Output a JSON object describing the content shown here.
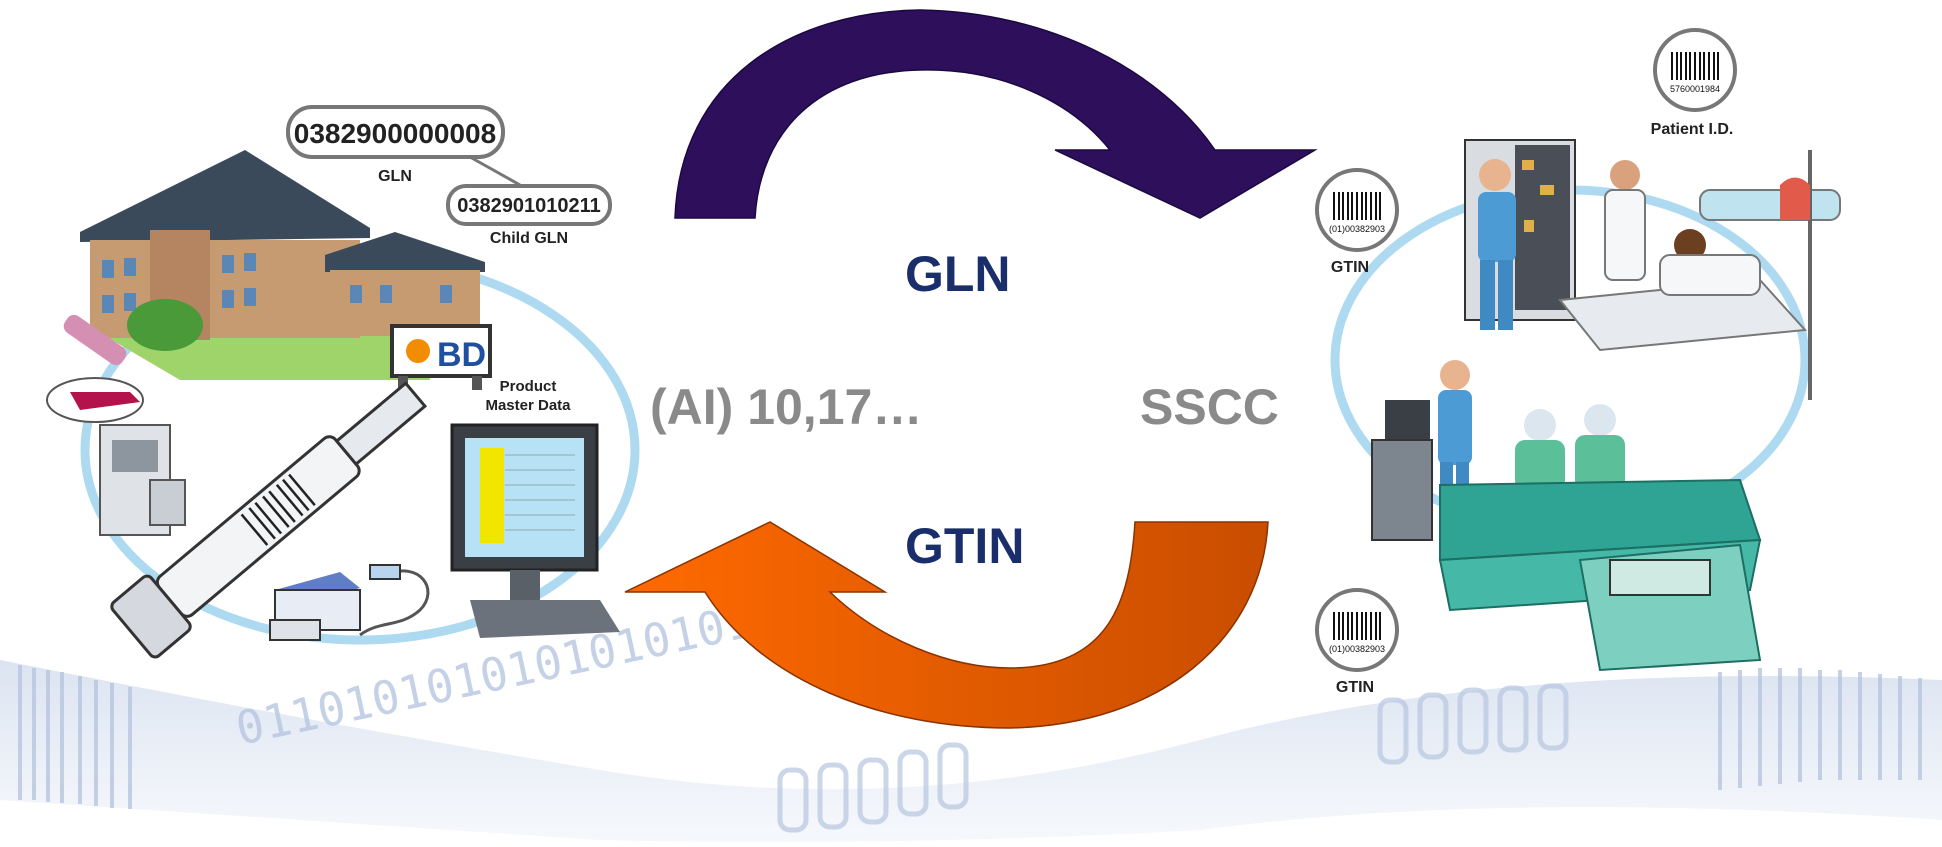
{
  "center": {
    "gln": "GLN",
    "gtin": "GTIN",
    "ai": "(AI) 10,17…",
    "sscc": "SSCC"
  },
  "left_scene": {
    "gln_number": "0382900000008",
    "gln_caption": "GLN",
    "child_gln_number": "0382901010211",
    "child_gln_caption": "Child GLN",
    "brand_logo": "BD",
    "product_master_data_line1": "Product",
    "product_master_data_line2": "Master Data"
  },
  "right_scene": {
    "patient_barcode_digits": "5760001984",
    "patient_id_caption": "Patient I.D.",
    "gtin_top_digits": "(01)00382903",
    "gtin_top_caption": "GTIN",
    "gtin_bottom_digits": "(01)00382903",
    "gtin_bottom_caption": "GTIN"
  },
  "background_strip": {
    "binary_text": "0110101010101010101"
  },
  "colors": {
    "top_arrow": "#2e0f5c",
    "bottom_arrow_light": "#ff6a00",
    "bottom_arrow_dark": "#cc4f00",
    "ellipse": "#9fd3ef",
    "label_blue": "#1a2e6b",
    "label_grey": "#8a8a8a"
  }
}
